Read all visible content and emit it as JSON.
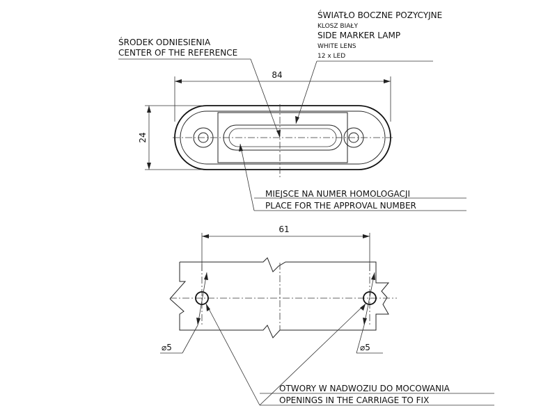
{
  "labels": {
    "lamp_title_pl": "ŚWIATŁO BOCZNE POZYCYJNE",
    "lamp_lens_pl": "KLOSZ BIAŁY",
    "lamp_title_en": "SIDE MARKER LAMP",
    "lamp_lens_en": "WHITE LENS",
    "lamp_led": "12 x LED",
    "center_pl": "ŚRODEK ODNIESIENIA",
    "center_en": "CENTER OF THE REFERENCE",
    "approval_pl": "MIEJSCE NA NUMER HOMOLOGACJI",
    "approval_en": "PLACE FOR THE APPROVAL NUMBER",
    "holes_pl": "OTWORY W NADWOZIU DO MOCOWANIA",
    "holes_en": "OPENINGS IN THE CARRIAGE TO FIX"
  },
  "dimensions": {
    "length": "84",
    "height": "24",
    "hole_spacing": "61",
    "hole_diameter_left": "⌀5",
    "hole_diameter_right": "⌀5"
  }
}
